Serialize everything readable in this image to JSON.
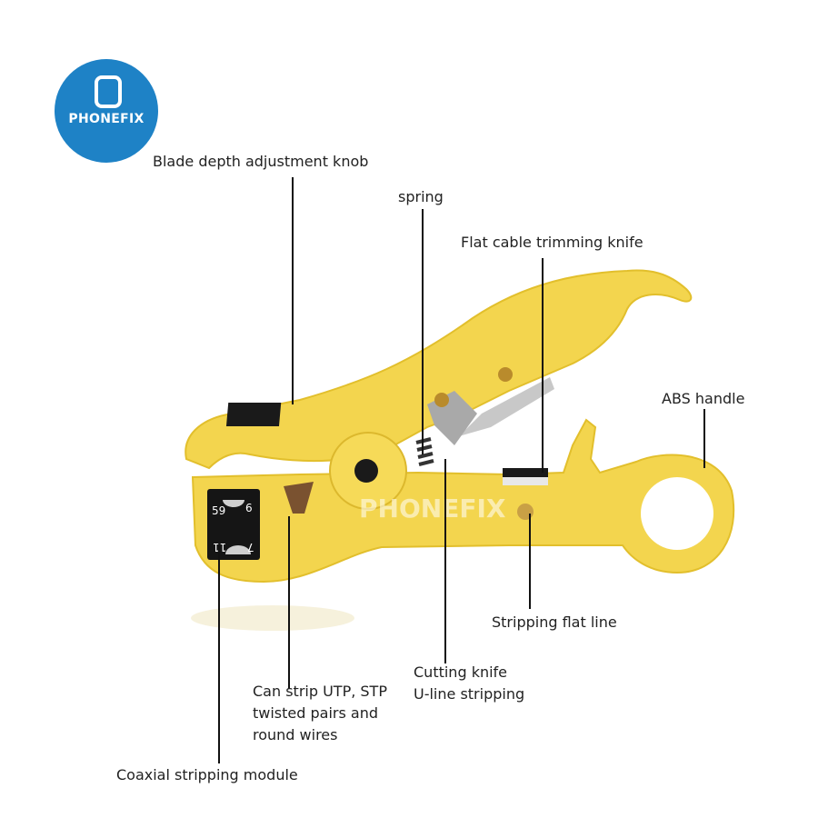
{
  "logo": {
    "text": "PHONEFIX",
    "color": "#1e82c6"
  },
  "watermark": "PHONEFIX",
  "module_markings": [
    "59",
    "6",
    "11",
    "7"
  ],
  "labels": {
    "blade_knob": "Blade depth adjustment knob",
    "spring": "spring",
    "flat_knife": "Flat cable trimming knife",
    "abs_handle": "ABS handle",
    "stripping_flat": "Stripping flat line",
    "cutting_knife_1": "Cutting knife",
    "cutting_knife_2": "U-line stripping",
    "can_strip_1": "Can strip UTP, STP",
    "can_strip_2": "twisted pairs and",
    "can_strip_3": "round wires",
    "coaxial": "Coaxial stripping module"
  },
  "colors": {
    "body": "#f3d54e",
    "body_shade": "#e2bf2c"
  }
}
